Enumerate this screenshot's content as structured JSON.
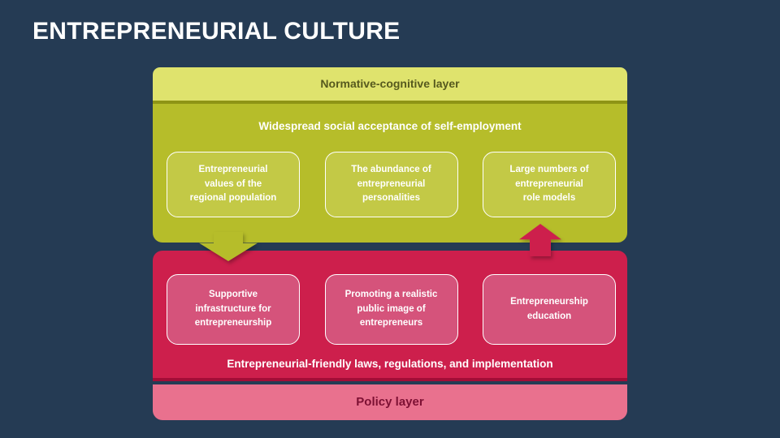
{
  "colors": {
    "background": "#253B54",
    "normative_header_bg": "#DFE36D",
    "normative_header_text": "#56591E",
    "normative_divider": "#8E9415",
    "normative_body_bg": "#B6BD2A",
    "normative_box_bg": "#C3C946",
    "policy_body_bg": "#CD1F4C",
    "policy_box_bg": "#D5537B",
    "policy_divider": "#A20D37",
    "policy_footer_bg": "#E9718E",
    "policy_footer_text": "#7D1033",
    "box_text": "#FFFFFF"
  },
  "title": "ENTREPRENEURIAL CULTURE",
  "normative_layer": {
    "header": "Normative-cognitive layer",
    "subtitle": "Widespread social acceptance of self-employment",
    "boxes": [
      "Entrepreneurial\nvalues of the\nregional population",
      "The abundance of\nentrepreneurial\npersonalities",
      "Large numbers of\nentrepreneurial\nrole models"
    ]
  },
  "policy_layer": {
    "boxes": [
      "Supportive\ninfrastructure for\nentrepreneurship",
      "Promoting a realistic\npublic image of\nentrepreneurs",
      "Entrepreneurship\neducation"
    ],
    "subtitle": "Entrepreneurial-friendly laws, regulations, and implementation",
    "footer": "Policy layer"
  }
}
